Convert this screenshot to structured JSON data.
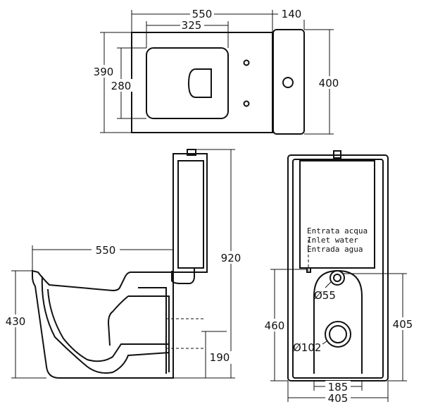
{
  "top_view": {
    "dim_total_length": "550",
    "dim_tank_depth": "140",
    "dim_seat_length": "325",
    "dim_total_width": "390",
    "dim_seat_width": "280",
    "dim_tank_width": "400"
  },
  "side_view": {
    "dim_projection": "550",
    "dim_total_height": "920",
    "dim_bowl_height": "430",
    "dim_outlet_height": "190"
  },
  "rear_view": {
    "inlet_note": [
      "Entrata acqua",
      "Inlet water",
      "Entrada agua"
    ],
    "dim_inlet_diameter": "Ø55",
    "dim_outlet_diameter": "Ø102",
    "dim_inlet_height": "460",
    "dim_outlet_center_height": "405",
    "dim_outlet_offset": "185",
    "dim_total_width": "405"
  }
}
